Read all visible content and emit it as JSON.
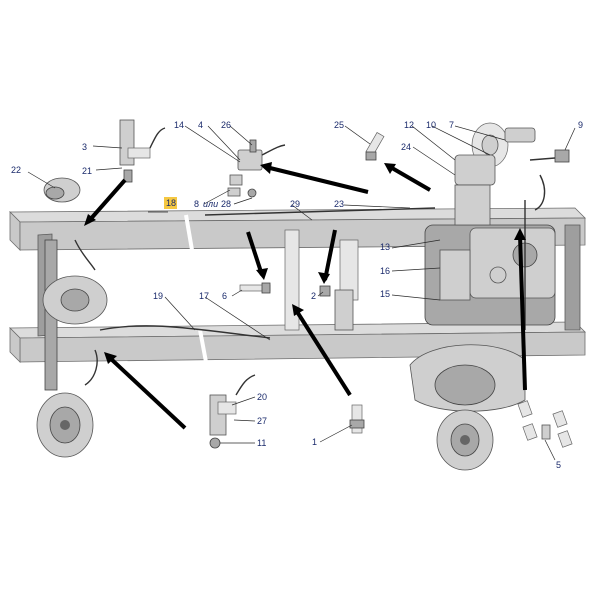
{
  "callouts": {
    "c1": "1",
    "c2": "2",
    "c3": "3",
    "c4": "4",
    "c5": "5",
    "c6": "6",
    "c7": "7",
    "c8": "8",
    "c9": "9",
    "c10": "10",
    "c11": "11",
    "c12": "12",
    "c13": "13",
    "c14": "14",
    "c15": "15",
    "c16": "16",
    "c17": "17",
    "c18": "18",
    "c19": "19",
    "c20": "20",
    "c21": "21",
    "c22": "22",
    "c23": "23",
    "c24": "24",
    "c25": "25",
    "c26": "26",
    "c27": "27",
    "c28": "28",
    "c29": "29"
  },
  "annotation_8": "или",
  "colors": {
    "callout_text": "#1a2a6b",
    "highlight": "#f5c842",
    "frame": "#c9c9c9"
  }
}
